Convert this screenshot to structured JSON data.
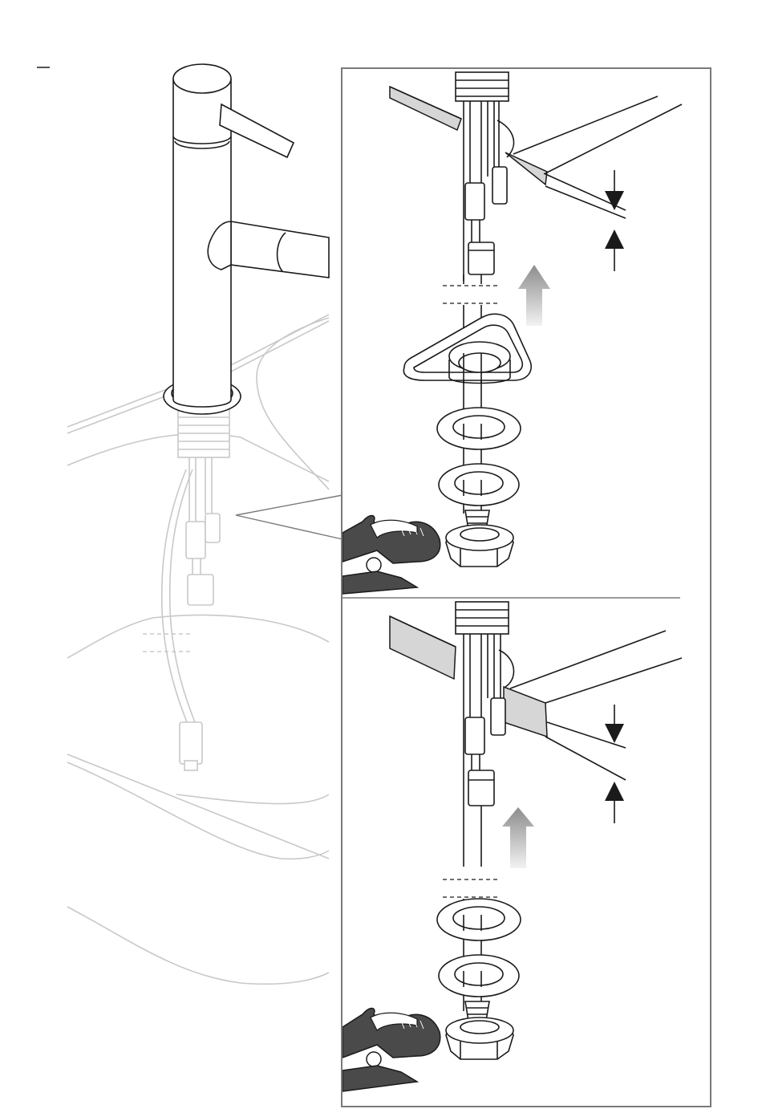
{
  "colors": {
    "line": "#1a1a1a",
    "faint_line": "#c8c8c8",
    "panel_border": "#7a7a7a",
    "counter_fill": "#d6d6d6",
    "wrench_fill": "#4a4a4a",
    "arrow_gradient_top": "#8c8c8c",
    "arrow_gradient_bottom": "#f2f2f2"
  },
  "icons": {
    "arrows": [
      "up-arrow-icon",
      "dimension-arrow-icon"
    ],
    "tools": [
      "wrench-icon"
    ]
  },
  "panels": [
    {
      "id": "detail-top",
      "counter_style": "thin"
    },
    {
      "id": "detail-bottom",
      "counter_style": "thick"
    }
  ]
}
